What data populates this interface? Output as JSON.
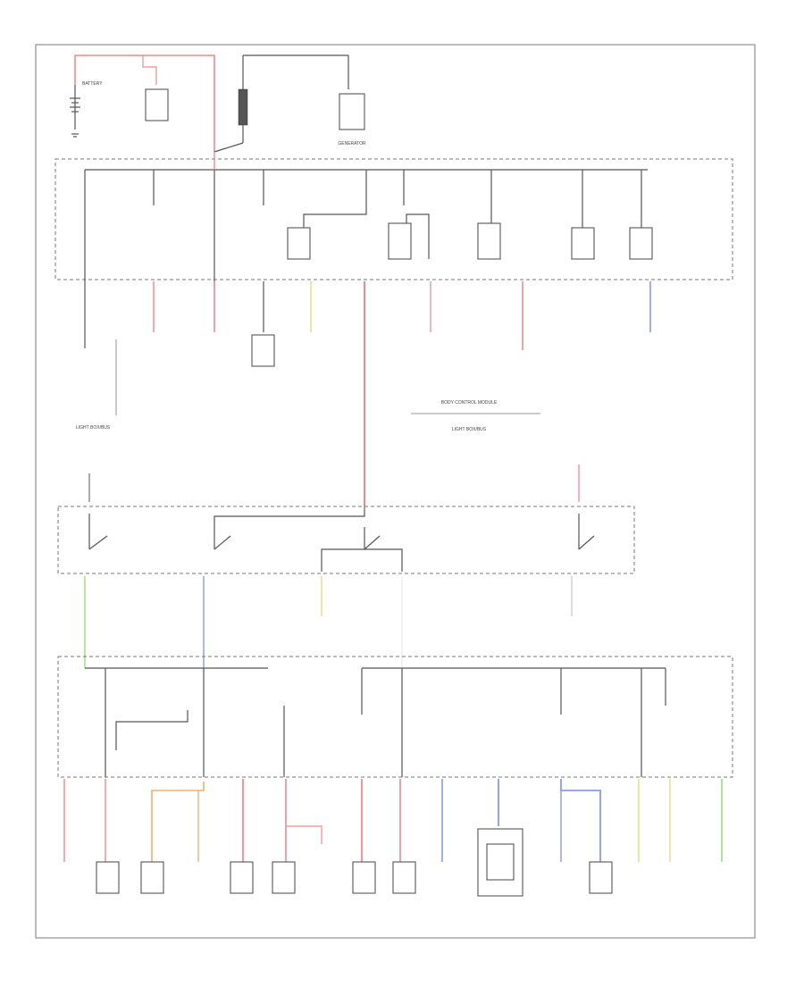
{
  "page_label": "",
  "colors": {
    "red": "#f08a8a",
    "pink": "#f4a0a8",
    "blue": "#8a9ae8",
    "yellow": "#e8e090",
    "green": "#a8e090",
    "orange": "#f0b070",
    "black": "#333333"
  },
  "top": {
    "battery": "BATTERY",
    "starter_relay": "",
    "fusible_link": "",
    "generator": "GENERATOR",
    "power_dist": ""
  },
  "labels": {
    "body_control_module_1": "BODY CONTROL MODULE",
    "lightbox_1": "LIGHT BOX/BUS",
    "lightbox_2": "LIGHT BOX/BUS",
    "ignition_switch": "",
    "junction_block": ""
  },
  "bottom_components": []
}
